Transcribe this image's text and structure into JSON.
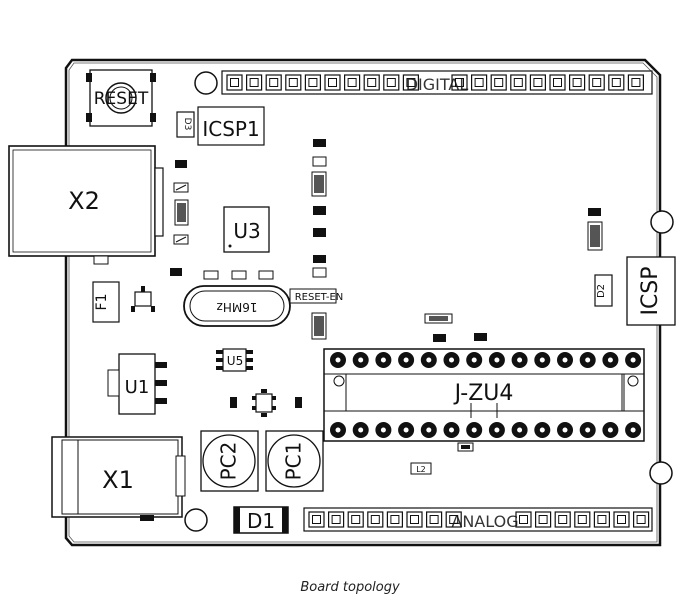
{
  "labels": {
    "reset": "RESET",
    "digital": "DIGITAL",
    "analog": "ANALOG",
    "icsp_top": "ICSP1",
    "icsp_right": "ICSP",
    "x2": "X2",
    "x1": "X1",
    "u3": "U3",
    "u1": "U1",
    "u5": "U5",
    "f1": "F1",
    "d1": "D1",
    "d2": "D2",
    "d3": "D3",
    "pc1": "PC1",
    "pc2": "PC2",
    "crystal": "16MHz",
    "reset_en": "RESET-EN",
    "jzu4": "J-ZU4",
    "l2": "L2"
  },
  "caption": "Board topology"
}
